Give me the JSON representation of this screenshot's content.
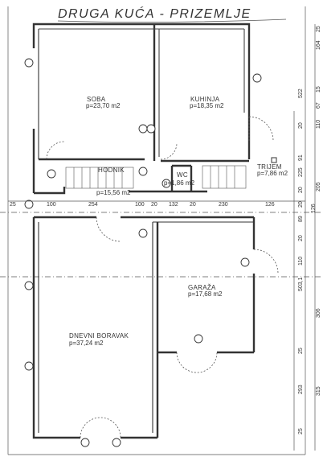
{
  "title": "DRUGA KUĆA - PRIZEMLJE",
  "rooms": {
    "soba": {
      "name": "SOBA",
      "area": "p=23,70 m2"
    },
    "kuhinja": {
      "name": "KUHINJA",
      "area": "p=18,35 m2"
    },
    "hodnik": {
      "name": "HODNIK",
      "area": "p=15,56 m2"
    },
    "wc": {
      "name": "WC",
      "area": "p=1,86 m2"
    },
    "trijem": {
      "name": "TRIJEM",
      "area": "p=7,86 m2"
    },
    "dnevni_boravak": {
      "name": "DNEVNI BORAVAK",
      "area": "p=37,24 m2"
    },
    "garaza": {
      "name": "GARAŽA",
      "area": "p=17,68 m2"
    }
  },
  "dimensions": {
    "top_right": [
      "25",
      "164",
      "522",
      "15",
      "67",
      "110",
      "20",
      "91",
      "225",
      "20",
      "205"
    ],
    "right_lower": [
      "20",
      "89",
      "20",
      "126",
      "110",
      "503,1",
      "306",
      "25",
      "293",
      "315",
      "25"
    ],
    "horizontal": [
      "25",
      "100",
      "254",
      "100",
      "20",
      "132",
      "20",
      "230",
      "126"
    ]
  }
}
